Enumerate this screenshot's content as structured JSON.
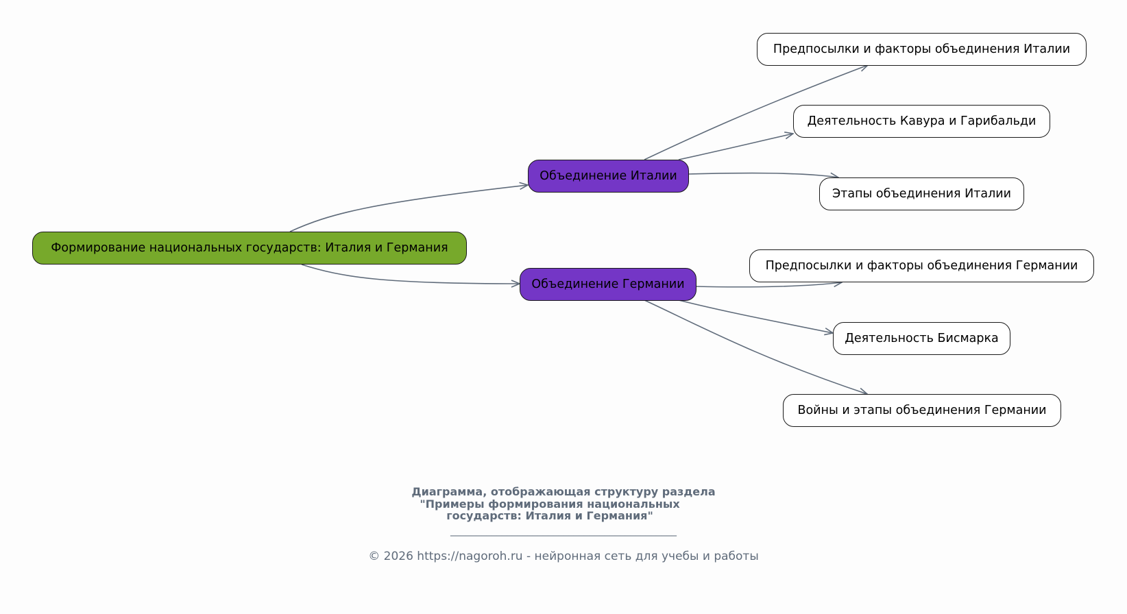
{
  "diagram": {
    "root": {
      "label": "Формирование национальных государств: Италия и Германия",
      "color": "#77a92b"
    },
    "branches": [
      {
        "label": "Объединение Италии",
        "color": "#7436c6",
        "children": [
          "Предпосылки и факторы объединения Италии",
          "Деятельность Кавура и Гарибальди",
          "Этапы объединения Италии"
        ]
      },
      {
        "label": "Объединение Германии",
        "color": "#7436c6",
        "children": [
          "Предпосылки и факторы объединения Германии",
          "Деятельность Бисмарка",
          "Войны и этапы объединения Германии"
        ]
      }
    ],
    "edge_color": "#5f6b7a"
  },
  "caption": {
    "title_lines": [
      "Диаграмма, отображающая структуру раздела",
      "\"Примеры формирования национальных",
      "государств: Италия и Германия\""
    ],
    "separator": "____________________________________________",
    "copyright": "© 2026 https://nagoroh.ru - нейронная сеть для учебы и работы"
  }
}
